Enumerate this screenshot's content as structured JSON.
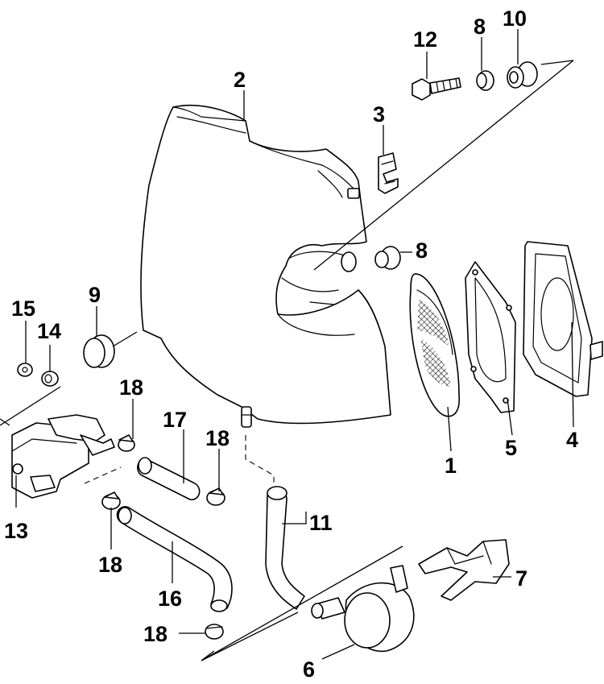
{
  "callouts": {
    "c1": "1",
    "c2": "2",
    "c3": "3",
    "c4": "4",
    "c5": "5",
    "c6": "6",
    "c7": "7",
    "c8a": "8",
    "c8b": "8",
    "c9": "9",
    "c10": "10",
    "c11": "11",
    "c12": "12",
    "c13": "13",
    "c14": "14",
    "c15": "15",
    "c16": "16",
    "c17": "17",
    "c18a": "18",
    "c18b": "18",
    "c18c": "18",
    "c18d": "18"
  },
  "colors": {
    "line": "#000000",
    "background": "#ffffff"
  }
}
